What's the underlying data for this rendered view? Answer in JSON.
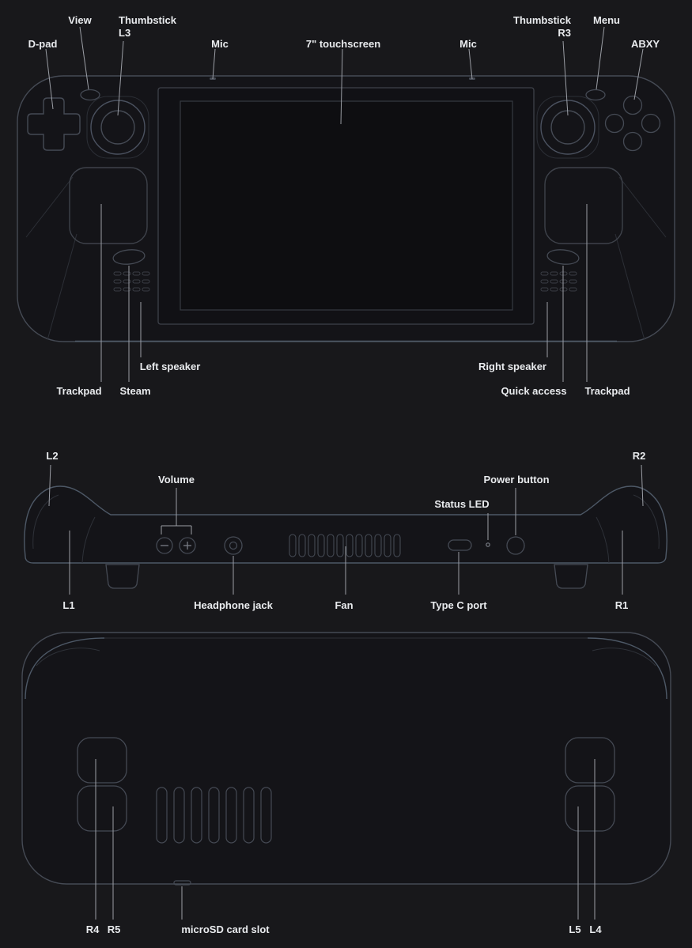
{
  "colors": {
    "background": "#18181b",
    "device_fill": "#141418",
    "outline": "#454a54",
    "outline_accent": "#4d5866",
    "outline_faint": "#2c2f36",
    "leader_line": "#9b9ea5",
    "label_text": "#e9ebee"
  },
  "front_view": {
    "labels": {
      "dpad": "D-pad",
      "view": "View",
      "thumbstick_left": "Thumbstick",
      "thumbstick_left_sub": "L3",
      "mic_left": "Mic",
      "touchscreen": "7\" touchscreen",
      "mic_right": "Mic",
      "thumbstick_right": "Thumbstick",
      "thumbstick_right_sub": "R3",
      "menu": "Menu",
      "abxy": "ABXY",
      "left_speaker": "Left speaker",
      "trackpad_left": "Trackpad",
      "steam": "Steam",
      "right_speaker": "Right speaker",
      "quick_access": "Quick access",
      "trackpad_right": "Trackpad"
    }
  },
  "top_view": {
    "labels": {
      "l2": "L2",
      "volume": "Volume",
      "status_led": "Status LED",
      "power_button": "Power button",
      "r2": "R2",
      "l1": "L1",
      "headphone_jack": "Headphone jack",
      "fan": "Fan",
      "type_c_port": "Type C port",
      "r1": "R1"
    }
  },
  "back_view": {
    "labels": {
      "r4": "R4",
      "r5": "R5",
      "microsd": "microSD card slot",
      "l5": "L5",
      "l4": "L4"
    }
  }
}
